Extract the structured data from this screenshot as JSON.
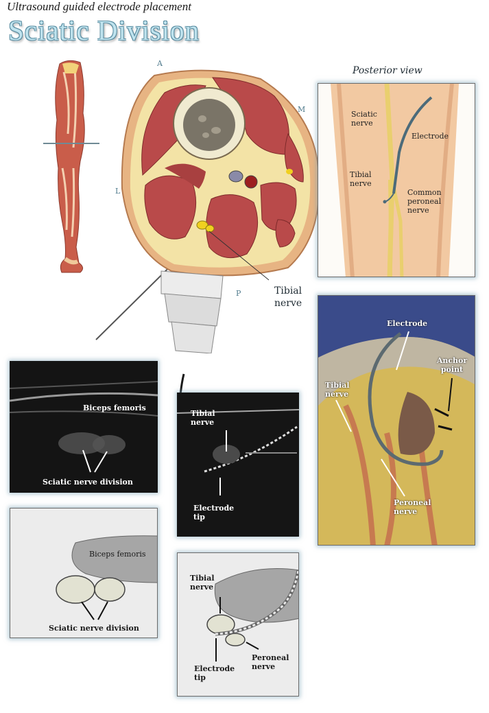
{
  "header": {
    "subtitle": "Ultrasound guided electrode placement",
    "title": "Sciatic Division"
  },
  "cross_section": {
    "orient_a": "A",
    "orient_m": "M",
    "orient_l": "L",
    "orient_p": "P",
    "tibial_label_1": "Tibial",
    "tibial_label_2": "nerve"
  },
  "posterior_view": {
    "heading": "Posterior view",
    "sciatic": "Sciatic nerve",
    "electrode": "Electrode",
    "tibial": "Tibial nerve",
    "common_peroneal": "Common peroneal nerve"
  },
  "photo": {
    "electrode": "Electrode",
    "anchor": "Anchor point",
    "tibial": "Tibial nerve",
    "peroneal": "Peroneal nerve"
  },
  "us_left": {
    "muscle": "Biceps femoris",
    "division": "Sciatic nerve division"
  },
  "us_right": {
    "tibial": "Tibial nerve",
    "tip": "Electrode tip"
  },
  "sketch_left": {
    "muscle": "Biceps femoris",
    "division": "Sciatic nerve division"
  },
  "sketch_right": {
    "tibial": "Tibial nerve",
    "tip": "Electrode tip",
    "peroneal": "Peroneal nerve"
  },
  "colors": {
    "title_fill": "#bfe3ee",
    "muscle": "#b94a4a",
    "fat": "#f3e3a6",
    "skin": "#e7b483",
    "nerve": "#f0d020"
  }
}
